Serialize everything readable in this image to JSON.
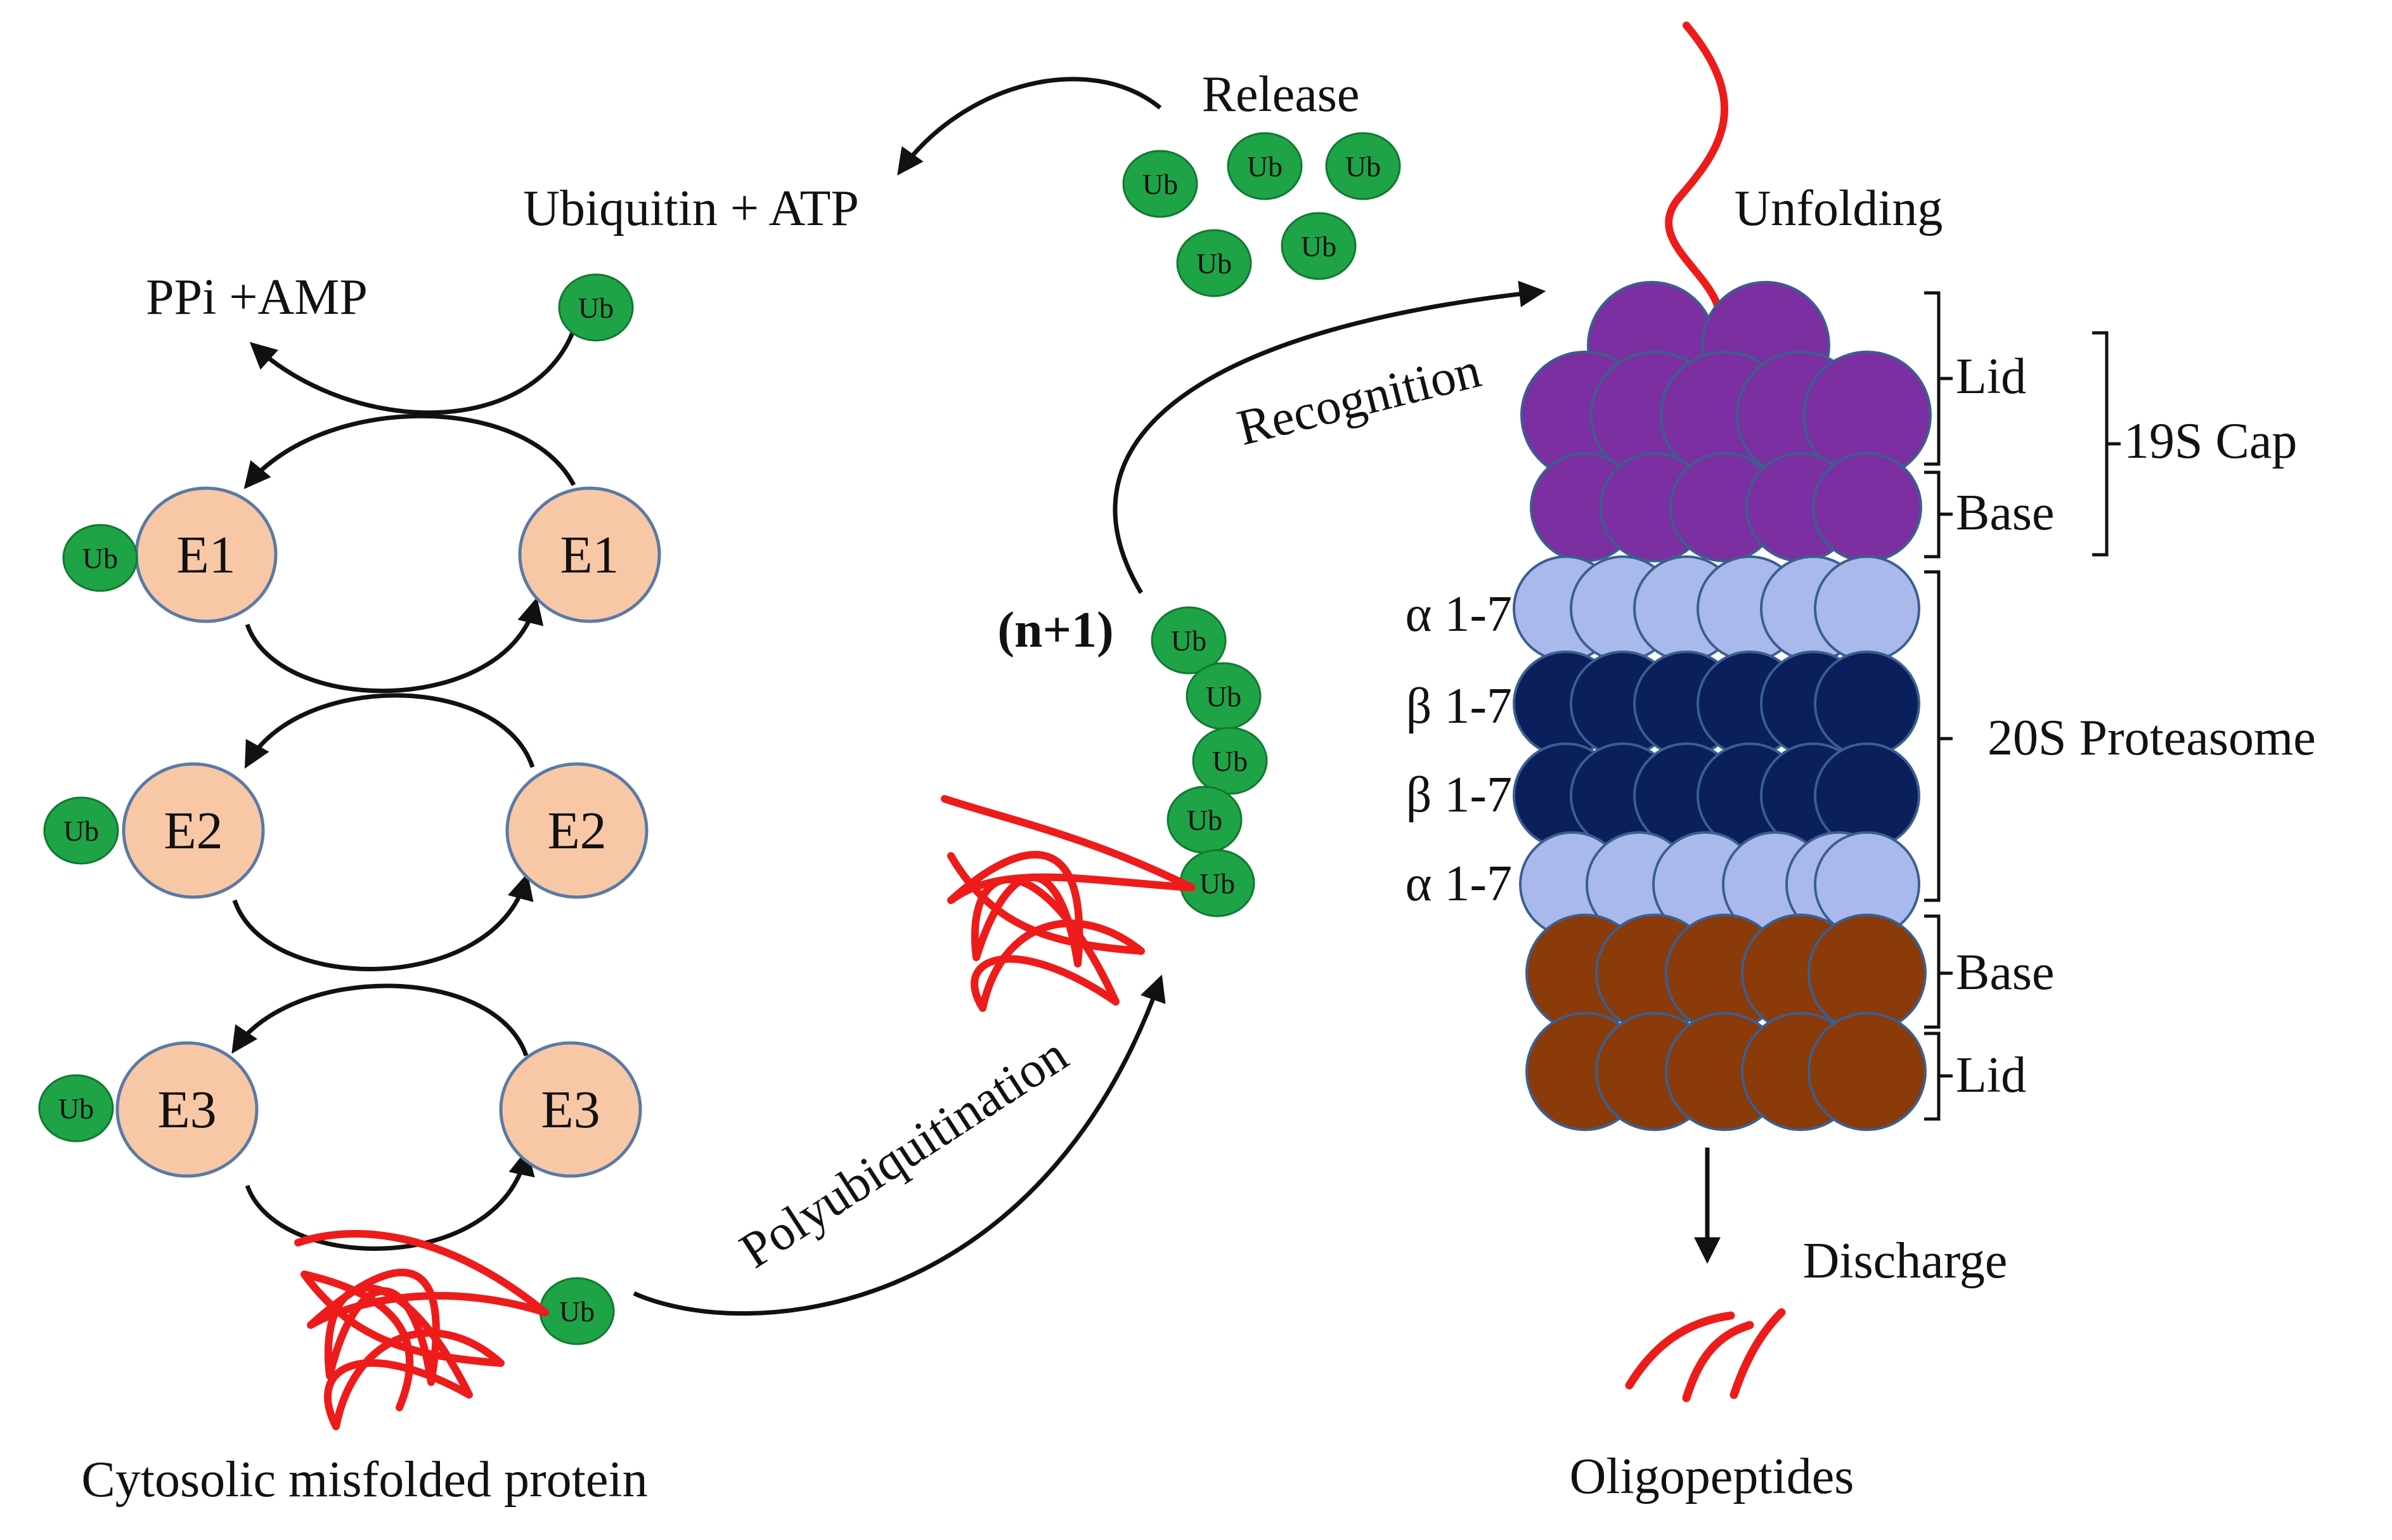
{
  "labels": {
    "release": "Release",
    "ubiquitin_atp": "Ubiquitin + ATP",
    "ppi_amp": "PPi +AMP",
    "unfolding": "Unfolding",
    "recognition": "Recognition",
    "n_plus_1": "(n+1)",
    "polyubiquitination": "Polyubiquitination",
    "misfolded": "Cytosolic misfolded protein",
    "discharge": "Discharge",
    "oligopeptides": "Oligopeptides",
    "lid_top": "Lid",
    "base_top": "Base",
    "cap_19s": "19S Cap",
    "proteasome_20s": "20S Proteasome",
    "base_bottom": "Base",
    "lid_bottom": "Lid",
    "ring_alpha_top": "α 1-7",
    "ring_beta_1": "β 1-7",
    "ring_beta_2": "β 1-7",
    "ring_alpha_bottom": "α  1-7"
  },
  "ub_label": "Ub",
  "enzymes": {
    "e1": "E1",
    "e2": "E2",
    "e3": "E3"
  },
  "colors": {
    "ub_green": "#1fa347",
    "enzyme_fill": "#f8c8a6",
    "lid_purple": "#7b2fa0",
    "alpha_light_blue": "#aab9ec",
    "beta_navy": "#0b1f5c",
    "cap_brown": "#8b3a0a",
    "protein_red": "#ee1b1b"
  }
}
